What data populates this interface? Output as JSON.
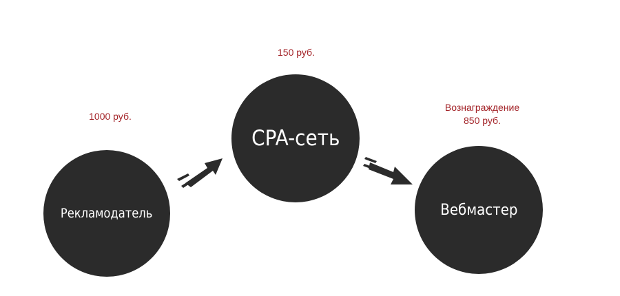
{
  "nodes": {
    "advertiser": "Рекламодатель",
    "cpa_network": "CPA-сеть",
    "webmaster": "Вебмастер"
  },
  "amounts": {
    "advertiser": "1000 руб.",
    "cpa_network": "150 руб.",
    "webmaster_line1": "Вознаграждение",
    "webmaster_line2": "850 руб."
  },
  "colors": {
    "node_fill": "#2b2b2b",
    "node_text": "#ffffff",
    "amount_text": "#a32328",
    "arrow": "#2b2b2b"
  },
  "arrows": [
    {
      "from": "advertiser",
      "to": "cpa_network"
    },
    {
      "from": "cpa_network",
      "to": "webmaster"
    }
  ]
}
